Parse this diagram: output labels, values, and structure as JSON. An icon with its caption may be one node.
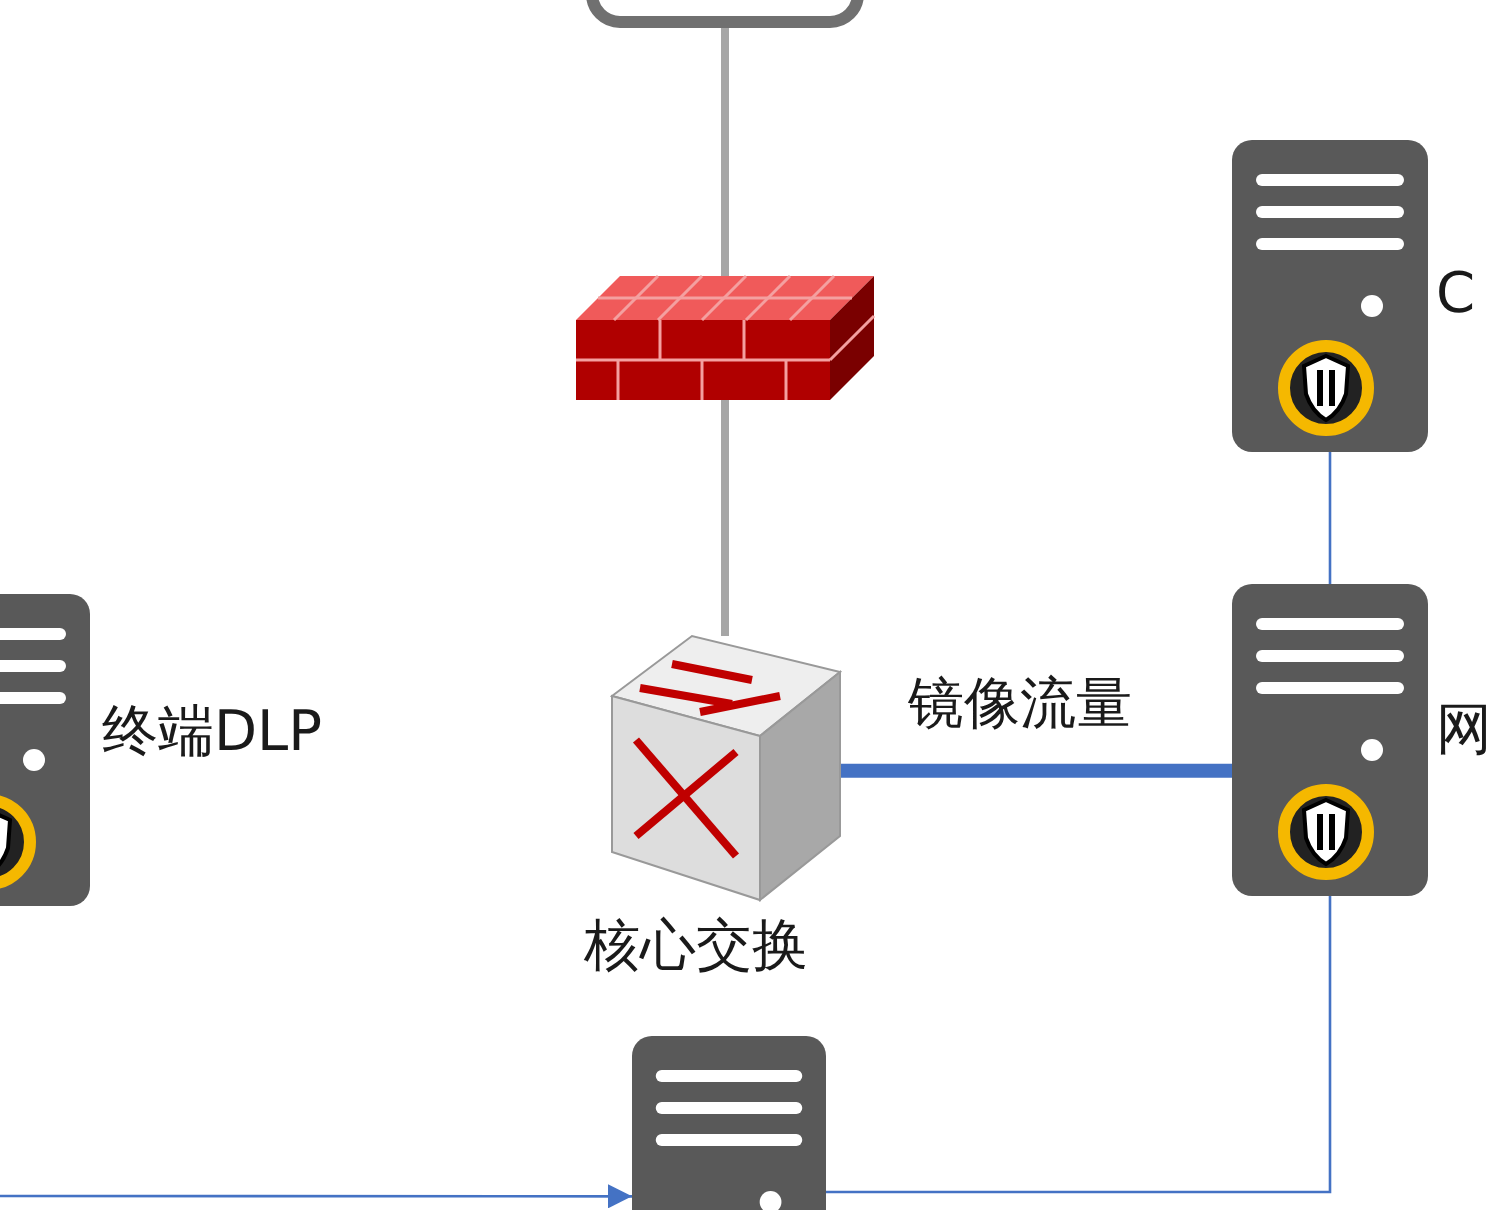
{
  "diagram": {
    "nodes": [
      {
        "text": [],
        "shape": "box"
      },
      {
        "text": [],
        "shape": "picture"
      },
      {
        "text": [
          "核心交换"
        ]
      },
      {
        "text": [
          "终端DLP"
        ]
      },
      {
        "text": [
          "C"
        ]
      },
      {
        "text": [
          "网"
        ]
      },
      {
        "text": [],
        "shape": "picture"
      }
    ],
    "edges": [
      {
        "from": 0,
        "to": 1,
        "arrow": "none",
        "style": "thick",
        "color": "#a6a6a6"
      },
      {
        "from": 1,
        "to": 2,
        "arrow": "none",
        "style": "thick",
        "color": "#a6a6a6"
      },
      {
        "from": 2,
        "to": 5,
        "arrow": "none",
        "label": "镜像流量",
        "style": "thick"
      },
      {
        "from": 4,
        "to": 5,
        "arrow": "none"
      },
      {
        "from": 5,
        "to": 6,
        "arrow": "to"
      },
      {
        "from": null,
        "to": 6,
        "arrow": "to"
      }
    ]
  }
}
